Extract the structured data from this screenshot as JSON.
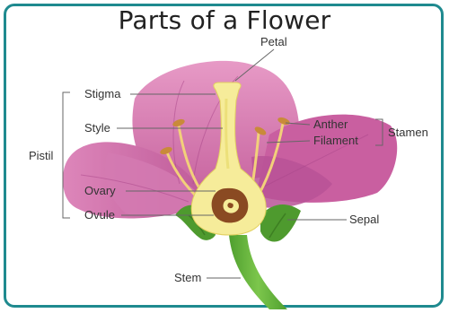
{
  "title": "Parts of a Flower",
  "labels": {
    "petal": "Petal",
    "stigma": "Stigma",
    "style": "Style",
    "pistil": "Pistil",
    "ovary": "Ovary",
    "ovule": "Ovule",
    "anther": "Anther",
    "filament": "Filament",
    "stamen": "Stamen",
    "sepal": "Sepal",
    "stem": "Stem"
  },
  "colors": {
    "frame_border": "#1f8a8f",
    "petal": "#d97fb6",
    "petal_dark": "#b9579a",
    "pistil": "#f6ec9a",
    "ovule": "#8a4a22",
    "stem": "#5fae3a",
    "sepal": "#4e9a2e",
    "stamen": "#f2d07a"
  }
}
